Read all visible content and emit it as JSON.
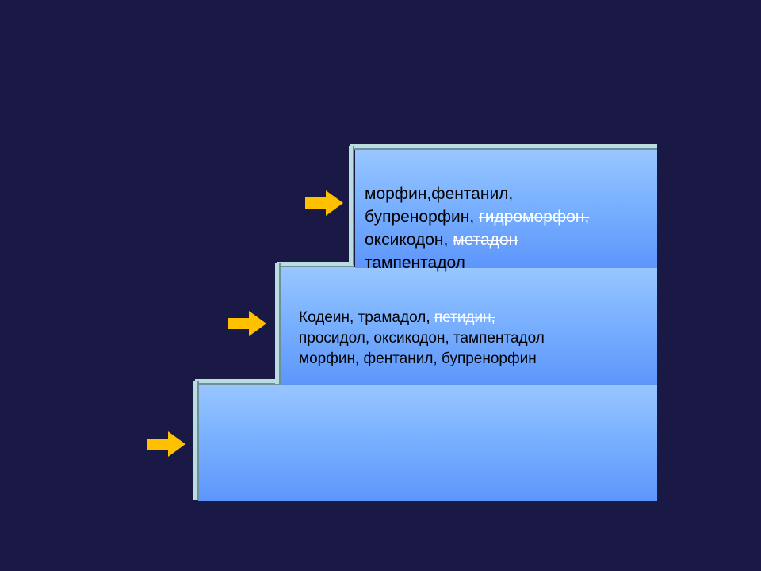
{
  "steps": {
    "step3": {
      "lines": [
        [
          {
            "text": "морфин,фентанил,",
            "strike": false
          }
        ],
        [
          {
            "text": "бупренорфин, ",
            "strike": false
          },
          {
            "text": "гидроморфон,",
            "strike": true
          }
        ],
        [
          {
            "text": "оксикодон, ",
            "strike": false
          },
          {
            "text": "метадон",
            "strike": true
          }
        ],
        [
          {
            "text": "тампентадол",
            "strike": false
          }
        ]
      ]
    },
    "step2": {
      "lines": [
        [
          {
            "text": "Кодеин, трамадол, ",
            "strike": false
          },
          {
            "text": "петидин,",
            "strike": true
          }
        ],
        [
          {
            "text": "просидол, оксикодон, тампентадол",
            "strike": false
          }
        ],
        [
          {
            "text": "морфин, фентанил, бупренорфин",
            "strike": false
          }
        ]
      ]
    },
    "step1": {
      "lines": []
    }
  },
  "colors": {
    "background": "#1a1845",
    "step_top": "#99c6ff",
    "step_bottom": "#5d96fb",
    "ledge": "#b9dde0",
    "arrow": "#ffc000",
    "strike_text": "#ffffff"
  },
  "icons": {
    "arrow": "right-arrow-icon"
  }
}
